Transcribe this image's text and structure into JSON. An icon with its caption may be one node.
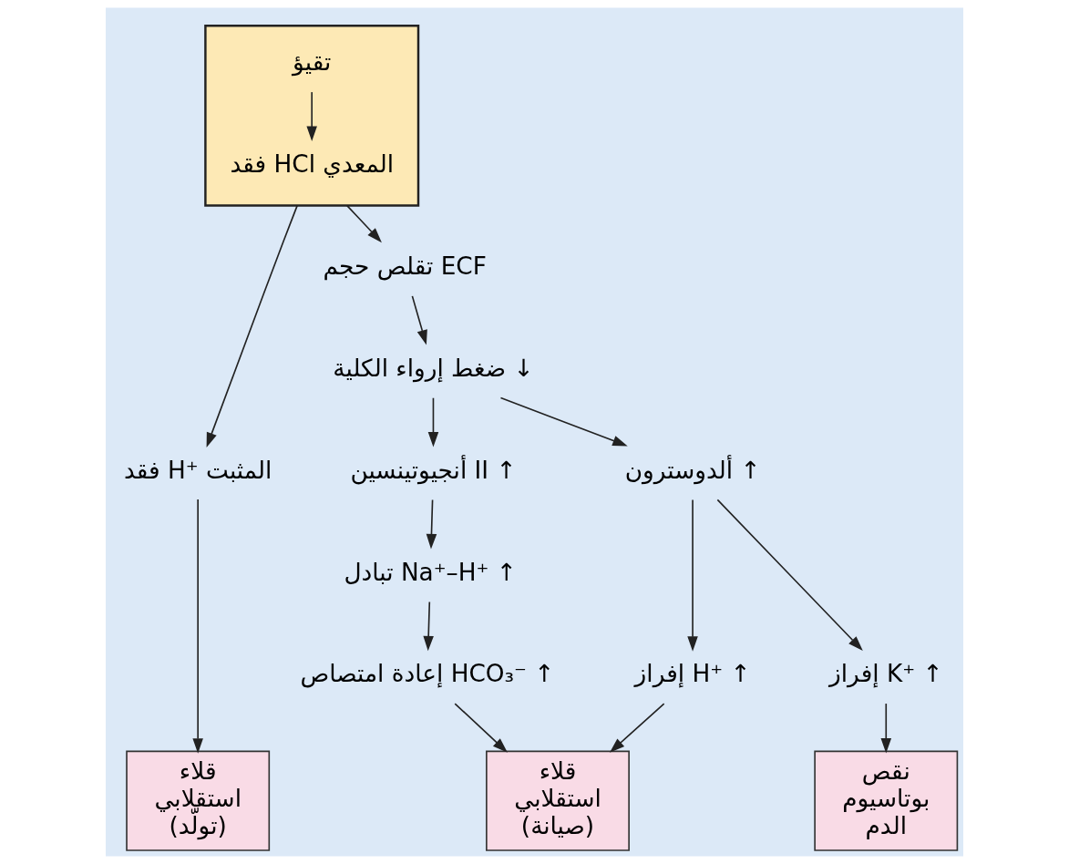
{
  "diagram": {
    "nodes": [
      {
        "text": [],
        "shape": "box"
      },
      {
        "text": [
          "تقيؤ"
        ],
        "in": 0
      },
      {
        "text": [
          "فقد HCl المعدي"
        ],
        "in": 0
      },
      {
        "text": [
          "تقلص حجم ECF"
        ]
      },
      {
        "text": [
          "ضغط إرواء الكلية ↓"
        ]
      },
      {
        "text": [
          "فقد H⁺ المثبت"
        ]
      },
      {
        "text": [
          "أنجيوتينسين II ↑"
        ]
      },
      {
        "text": [
          "ألدوسترون ↑"
        ]
      },
      {
        "text": [
          "تبادل Na⁺–H⁺ ↑"
        ]
      },
      {
        "text": [
          "إعادة امتصاص HCO₃⁻ ↑"
        ]
      },
      {
        "text": [
          "إفراز H⁺ ↑"
        ]
      },
      {
        "text": [
          "إفراز K⁺ ↑"
        ]
      },
      {
        "text": [
          "قلاء استقلابي (تولّد)"
        ]
      },
      {
        "text": [
          "قلاء استقلابي (صيانة)"
        ]
      },
      {
        "text": [
          "نقص بوتاسيوم الدم"
        ]
      }
    ],
    "edges": [
      {
        "from": 1,
        "to": 2,
        "arrow": "to"
      },
      {
        "from": 0,
        "to": 3,
        "arrow": "to"
      },
      {
        "from": 0,
        "to": 5,
        "arrow": "to"
      },
      {
        "from": 3,
        "to": 4,
        "arrow": "to"
      },
      {
        "from": 4,
        "to": 6,
        "arrow": "to"
      },
      {
        "from": 4,
        "to": 7,
        "arrow": "to"
      },
      {
        "from": 6,
        "to": 8,
        "arrow": "to"
      },
      {
        "from": 8,
        "to": 9,
        "arrow": "to"
      },
      {
        "from": 7,
        "to": 10,
        "arrow": "to"
      },
      {
        "from": 7,
        "to": 11,
        "arrow": "to"
      },
      {
        "from": 5,
        "to": 12,
        "arrow": "to"
      },
      {
        "from": 9,
        "to": 13,
        "arrow": "to"
      },
      {
        "from": 10,
        "to": 13,
        "arrow": "to"
      },
      {
        "from": 11,
        "to": 14,
        "arrow": "to"
      }
    ]
  }
}
